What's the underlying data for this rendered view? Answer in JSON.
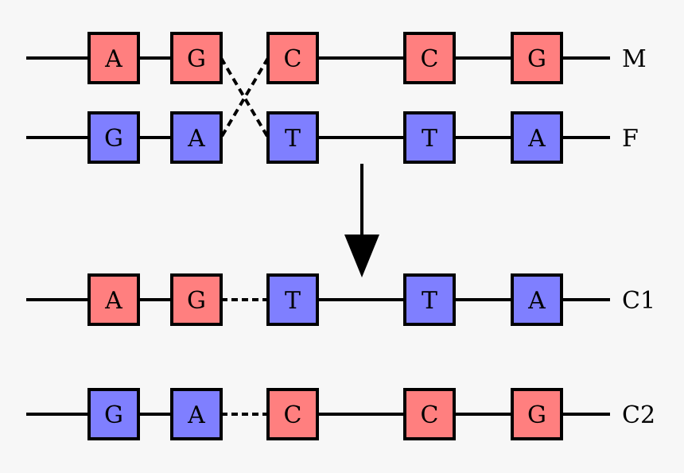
{
  "colors": {
    "mother": "#ff7f7f",
    "father": "#7f7fff",
    "line": "#000000",
    "background": "#f7f7f7"
  },
  "chromosomes": [
    {
      "id": "M",
      "label": "M",
      "genes": [
        {
          "letter": "A",
          "parent": "mother"
        },
        {
          "letter": "G",
          "parent": "mother"
        },
        {
          "letter": "C",
          "parent": "mother"
        },
        {
          "letter": "C",
          "parent": "mother"
        },
        {
          "letter": "G",
          "parent": "mother"
        }
      ]
    },
    {
      "id": "F",
      "label": "F",
      "genes": [
        {
          "letter": "G",
          "parent": "father"
        },
        {
          "letter": "A",
          "parent": "father"
        },
        {
          "letter": "T",
          "parent": "father"
        },
        {
          "letter": "T",
          "parent": "father"
        },
        {
          "letter": "A",
          "parent": "father"
        }
      ]
    },
    {
      "id": "C1",
      "label": "C1",
      "genes": [
        {
          "letter": "A",
          "parent": "mother"
        },
        {
          "letter": "G",
          "parent": "mother"
        },
        {
          "letter": "T",
          "parent": "father"
        },
        {
          "letter": "T",
          "parent": "father"
        },
        {
          "letter": "A",
          "parent": "father"
        }
      ]
    },
    {
      "id": "C2",
      "label": "C2",
      "genes": [
        {
          "letter": "G",
          "parent": "father"
        },
        {
          "letter": "A",
          "parent": "father"
        },
        {
          "letter": "C",
          "parent": "mother"
        },
        {
          "letter": "C",
          "parent": "mother"
        },
        {
          "letter": "G",
          "parent": "mother"
        }
      ]
    }
  ],
  "crossover_after_gene": 2
}
